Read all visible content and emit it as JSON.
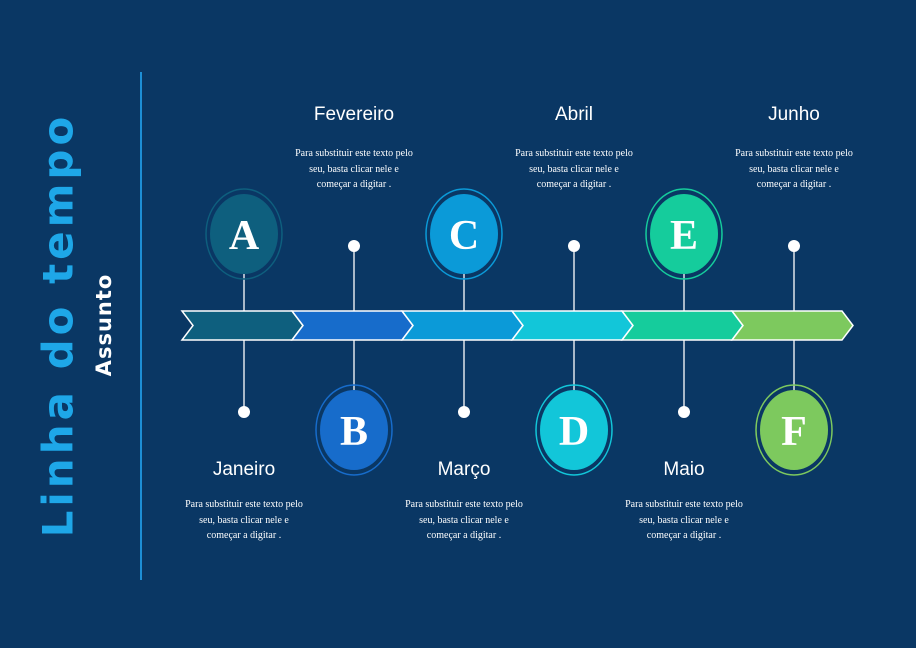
{
  "title": "Linha do tempo",
  "subtitle": "Assunto",
  "milestones": [
    {
      "letter": "A",
      "month": "Janeiro",
      "text": "Para substituir este texto pelo seu, basta clicar nele e começar a digitar .",
      "color": "#0e5f7e"
    },
    {
      "letter": "B",
      "month": "Fevereiro",
      "text": "Para substituir este texto pelo seu, basta clicar nele e começar a digitar .",
      "color": "#176ccb"
    },
    {
      "letter": "C",
      "month": "Março",
      "text": "Para substituir este texto pelo seu, basta clicar nele e começar a digitar .",
      "color": "#0b9ad8"
    },
    {
      "letter": "D",
      "month": "Abril",
      "text": "Para substituir este texto pelo seu, basta clicar nele e começar a digitar .",
      "color": "#12c6d9"
    },
    {
      "letter": "E",
      "month": "Maio",
      "text": "Para substituir este texto pelo seu, basta clicar nele e começar a digitar .",
      "color": "#15cc9c"
    },
    {
      "letter": "F",
      "month": "Junho",
      "text": "Para substituir este texto pelo seu, basta clicar nele e começar a digitar .",
      "color": "#7dc95e"
    }
  ]
}
